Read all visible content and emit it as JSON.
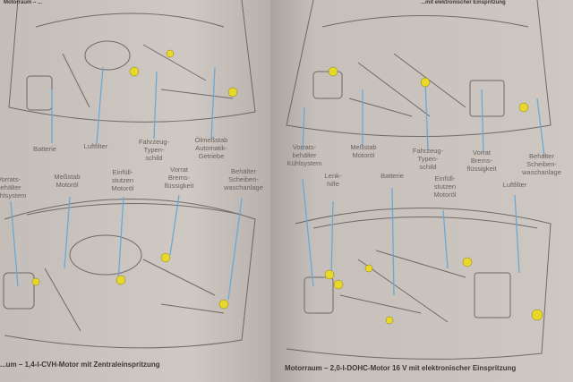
{
  "left_page": {
    "top_caption": "Motorraum – ...",
    "caption": "...um – 1,4-l-CVH-Motor mit Zentraleinspritzung",
    "labels": [
      "Batterie",
      "Luftfilter",
      "Fahrzeug-\nTypen-\nschild",
      "Ölmeßstab\nAutomatik-\nGetriebe",
      "Vorrats-\nbehälter\nKühlsystem",
      "Meßstab\nMotoröl",
      "Einfüll-\nstutzen\nMotoröl",
      "Vorrat\nBrems-\nflüssigkeit",
      "Behälter\nScheiben-\nwaschanlage"
    ]
  },
  "right_page": {
    "top_caption": "...mit elektronischer Einspritzung",
    "caption": "Motorraum – 2,0-l-DOHC-Motor 16 V mit elektronischer Einspritzung",
    "labels": [
      "Vorrats-\nbehälter\nKühlsystem",
      "Meßstab\nMotoröl",
      "Fahrzeug-\nTypen-\nschild",
      "Vorrat\nBrems-\nflüssigkeit",
      "Behälter\nScheiben-\nwaschanlage",
      "Lenk-\nhilfe",
      "Batterie",
      "Einfüll-\nstutzen\nMotoröl",
      "Luftfilter"
    ]
  },
  "colors": {
    "leader": "#6aa9d6",
    "marker": "#e8d82a",
    "ink": "#5a5350"
  }
}
